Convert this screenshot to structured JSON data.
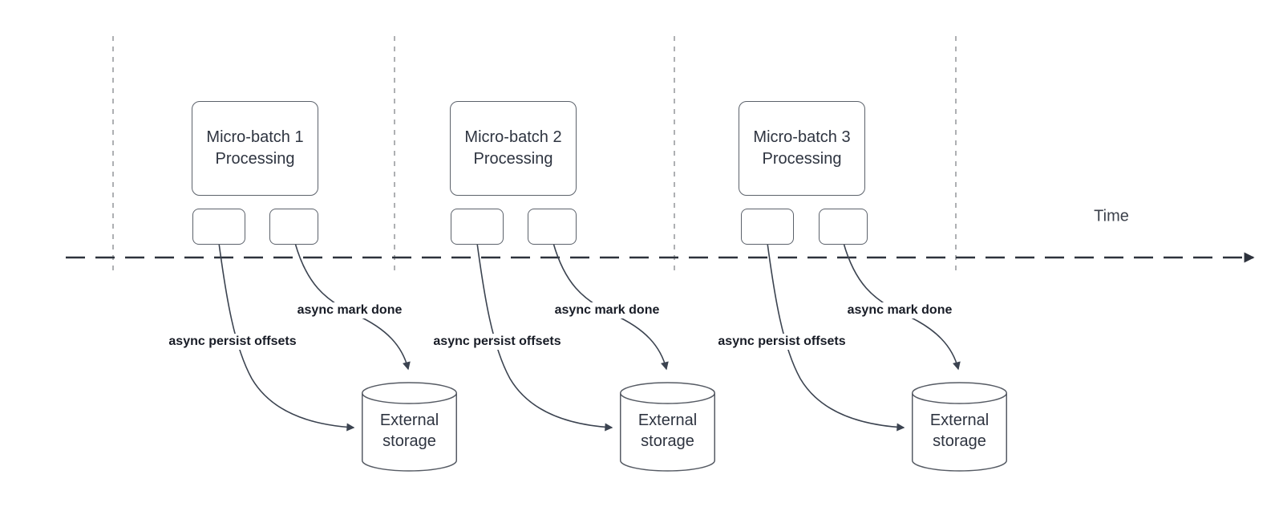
{
  "diagram": {
    "type": "timeline-flow-diagram",
    "time_axis_label": "Time",
    "colors": {
      "background": "#ffffff",
      "connector_line": "#3b4350",
      "time_axis": "#2d323c",
      "guide_line": "#a5a8ab",
      "shape_border": "#5c626b",
      "shape_text": "#2e3440",
      "edge_label_text": "#181c26"
    },
    "groups": [
      {
        "title_line1": "Micro-batch 1",
        "title_line2": "Processing",
        "persist_label": "async persist offsets",
        "mark_done_label": "async mark done",
        "storage_line1": "External",
        "storage_line2": "storage"
      },
      {
        "title_line1": "Micro-batch 2",
        "title_line2": "Processing",
        "persist_label": "async persist offsets",
        "mark_done_label": "async mark done",
        "storage_line1": "External",
        "storage_line2": "storage"
      },
      {
        "title_line1": "Micro-batch 3",
        "title_line2": "Processing",
        "persist_label": "async persist offsets",
        "mark_done_label": "async mark done",
        "storage_line1": "External",
        "storage_line2": "storage"
      }
    ]
  }
}
